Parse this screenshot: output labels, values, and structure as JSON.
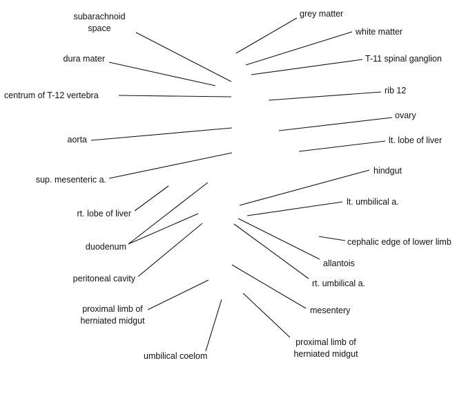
{
  "labels": {
    "subarachnoid_space": [
      "subarachnoid",
      "space"
    ],
    "dura_mater": "dura mater",
    "centrum_t12": "centrum of T-12 vertebra",
    "aorta": "aorta",
    "sup_mesenteric": "sup. mesenteric a.",
    "rt_lobe_liver": "rt. lobe of liver",
    "duodenum": "duodenum",
    "peritoneal_cavity": "peritoneal cavity",
    "proximal_limb_left": [
      "proximal limb of",
      "herniated midgut"
    ],
    "umbilical_coelom": "umbilical coelom",
    "grey_matter": "grey matter",
    "white_matter": "white matter",
    "t11_ganglion": "T-11 spinal ganglion",
    "rib_12": "rib 12",
    "ovary": "ovary",
    "lt_lobe_liver": "lt. lobe of liver",
    "hindgut": "hindgut",
    "lt_umbilical": "lt. umbilical a.",
    "cephalic_edge": "cephalic edge of lower limb",
    "allantois": "allantois",
    "rt_umbilical": "rt. umbilical a.",
    "mesentery": "mesentery",
    "proximal_limb_right": [
      "proximal limb of",
      "herniated midgut"
    ]
  }
}
